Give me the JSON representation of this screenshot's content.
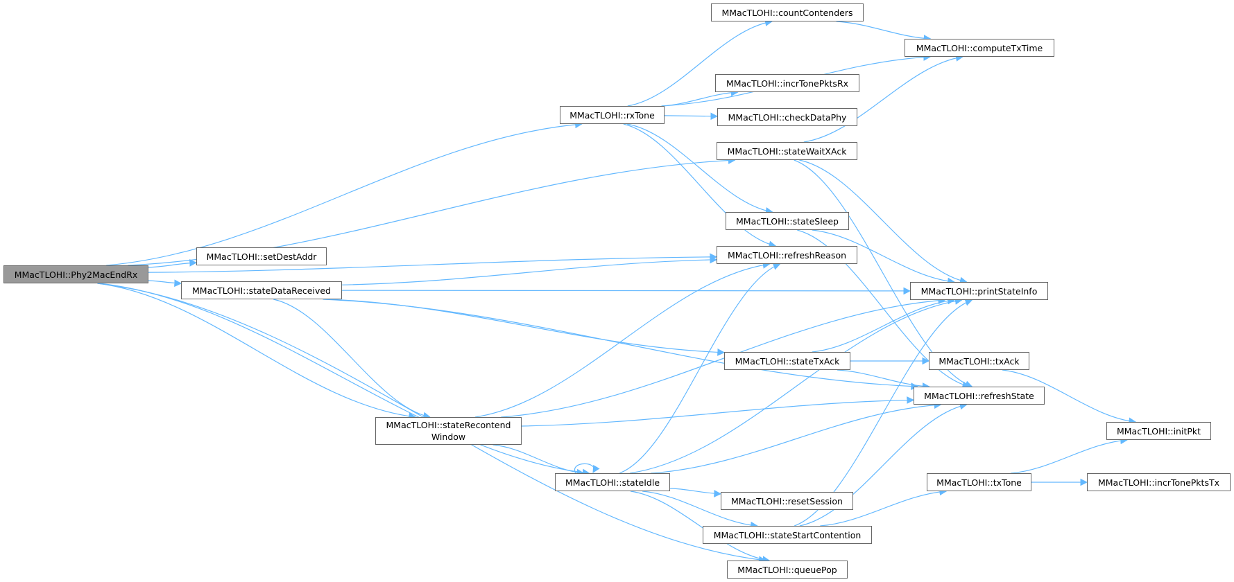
{
  "colors": {
    "edge": "#63b8ff",
    "node_border": "#666666",
    "root_fill": "#999999",
    "node_fill": "#ffffff"
  },
  "nodes": {
    "phy2macendrx": "MMacTLOHI::Phy2MacEndRx",
    "setdestaddr": "MMacTLOHI::setDestAddr",
    "statedatareceived": "MMacTLOHI::stateDataReceived",
    "staterecontendwindow_1": "MMacTLOHI::stateRecontend",
    "staterecontendwindow_2": "Window",
    "rxtone": "MMacTLOHI::rxTone",
    "countcontenders": "MMacTLOHI::countContenders",
    "computetxtime": "MMacTLOHI::computeTxTime",
    "incrtonepktsrx": "MMacTLOHI::incrTonePktsRx",
    "checkdataphy": "MMacTLOHI::checkDataPhy",
    "statewaitxack": "MMacTLOHI::stateWaitXAck",
    "statesleep": "MMacTLOHI::stateSleep",
    "refreshreason": "MMacTLOHI::refreshReason",
    "printstateinfo": "MMacTLOHI::printStateInfo",
    "statetxack": "MMacTLOHI::stateTxAck",
    "txack": "MMacTLOHI::txAck",
    "refreshstate": "MMacTLOHI::refreshState",
    "initpkt": "MMacTLOHI::initPkt",
    "stateidle": "MMacTLOHI::stateIdle",
    "txtone": "MMacTLOHI::txTone",
    "incrtonepktstx": "MMacTLOHI::incrTonePktsTx",
    "resetsession": "MMacTLOHI::resetSession",
    "statestartcontention": "MMacTLOHI::stateStartContention",
    "queuepop": "MMacTLOHI::queuePop"
  },
  "edges": [
    [
      "phy2macendrx",
      "rxtone"
    ],
    [
      "phy2macendrx",
      "statewaitxack"
    ],
    [
      "phy2macendrx",
      "refreshreason"
    ],
    [
      "phy2macendrx",
      "setdestaddr"
    ],
    [
      "phy2macendrx",
      "statedatareceived"
    ],
    [
      "phy2macendrx",
      "staterecontendwindow"
    ],
    [
      "phy2macendrx",
      "stateidle"
    ],
    [
      "phy2macendrx",
      "queuepop"
    ],
    [
      "statedatareceived",
      "printstateinfo"
    ],
    [
      "statedatareceived",
      "refreshreason"
    ],
    [
      "statedatareceived",
      "statetxack"
    ],
    [
      "statedatareceived",
      "refreshstate"
    ],
    [
      "statedatareceived",
      "staterecontendwindow"
    ],
    [
      "rxtone",
      "countcontenders"
    ],
    [
      "rxtone",
      "computetxtime"
    ],
    [
      "rxtone",
      "incrtonepktsrx"
    ],
    [
      "rxtone",
      "checkdataphy"
    ],
    [
      "rxtone",
      "statesleep"
    ],
    [
      "rxtone",
      "refreshreason"
    ],
    [
      "countcontenders",
      "computetxtime"
    ],
    [
      "statewaitxack",
      "computetxtime"
    ],
    [
      "statewaitxack",
      "printstateinfo"
    ],
    [
      "statewaitxack",
      "refreshstate"
    ],
    [
      "statesleep",
      "printstateinfo"
    ],
    [
      "statesleep",
      "refreshstate"
    ],
    [
      "staterecontendwindow",
      "refreshreason"
    ],
    [
      "staterecontendwindow",
      "printstateinfo"
    ],
    [
      "staterecontendwindow",
      "refreshstate"
    ],
    [
      "staterecontendwindow",
      "stateidle"
    ],
    [
      "statetxack",
      "printstateinfo"
    ],
    [
      "statetxack",
      "txack"
    ],
    [
      "statetxack",
      "refreshstate"
    ],
    [
      "txack",
      "initpkt"
    ],
    [
      "stateidle",
      "stateidle"
    ],
    [
      "stateidle",
      "refreshreason"
    ],
    [
      "stateidle",
      "printstateinfo"
    ],
    [
      "stateidle",
      "refreshstate"
    ],
    [
      "stateidle",
      "resetsession"
    ],
    [
      "stateidle",
      "statestartcontention"
    ],
    [
      "stateidle",
      "queuepop"
    ],
    [
      "statestartcontention",
      "printstateinfo"
    ],
    [
      "statestartcontention",
      "refreshstate"
    ],
    [
      "statestartcontention",
      "txtone"
    ],
    [
      "txtone",
      "initpkt"
    ],
    [
      "txtone",
      "incrtonepktstx"
    ]
  ]
}
